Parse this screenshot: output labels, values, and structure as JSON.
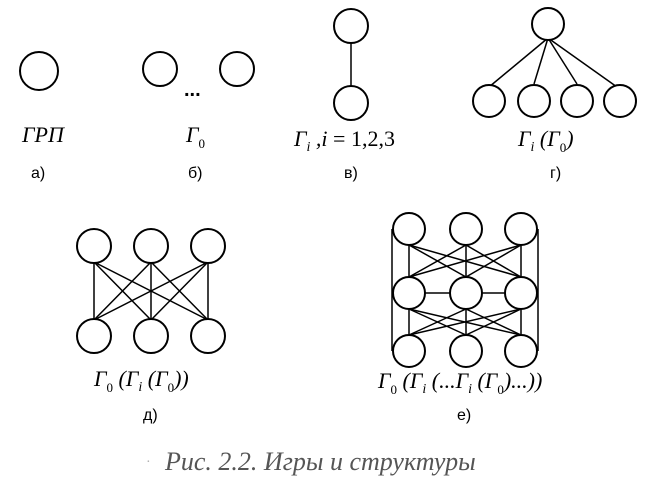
{
  "panels": {
    "a": {
      "formula": {
        "main": "ГРП"
      },
      "label": "а)"
    },
    "b": {
      "ellipsis": "...",
      "formula": {
        "main": "Г",
        "sub": "0"
      },
      "label": "б)"
    },
    "v": {
      "formula": {
        "main": "Г",
        "sub": "i",
        "rest_i": " ,i",
        "rest_eq": " = 1,2,3"
      },
      "label": "в)"
    },
    "g": {
      "formula": {
        "main": "Г",
        "sub": "i",
        "open": " (Г",
        "sub2": "0",
        "close": ")"
      },
      "label": "г)"
    },
    "d": {
      "formula": {
        "g1": "Г",
        "s1": "0",
        "o1": " (Г",
        "s2": "i",
        "o2": " (Г",
        "s3": "0",
        "close": "))"
      },
      "label": "д)"
    },
    "e": {
      "formula": {
        "g1": "Г",
        "s1": "0",
        "o1": " (Г",
        "s2": "i",
        "o2": " (...Г",
        "s3": "i",
        "o3": " (Г",
        "s4": "0",
        "close": ")...))"
      },
      "label": "е)"
    }
  },
  "caption": "Рис. 2.2. Игры и структуры",
  "caption_mark": "·"
}
